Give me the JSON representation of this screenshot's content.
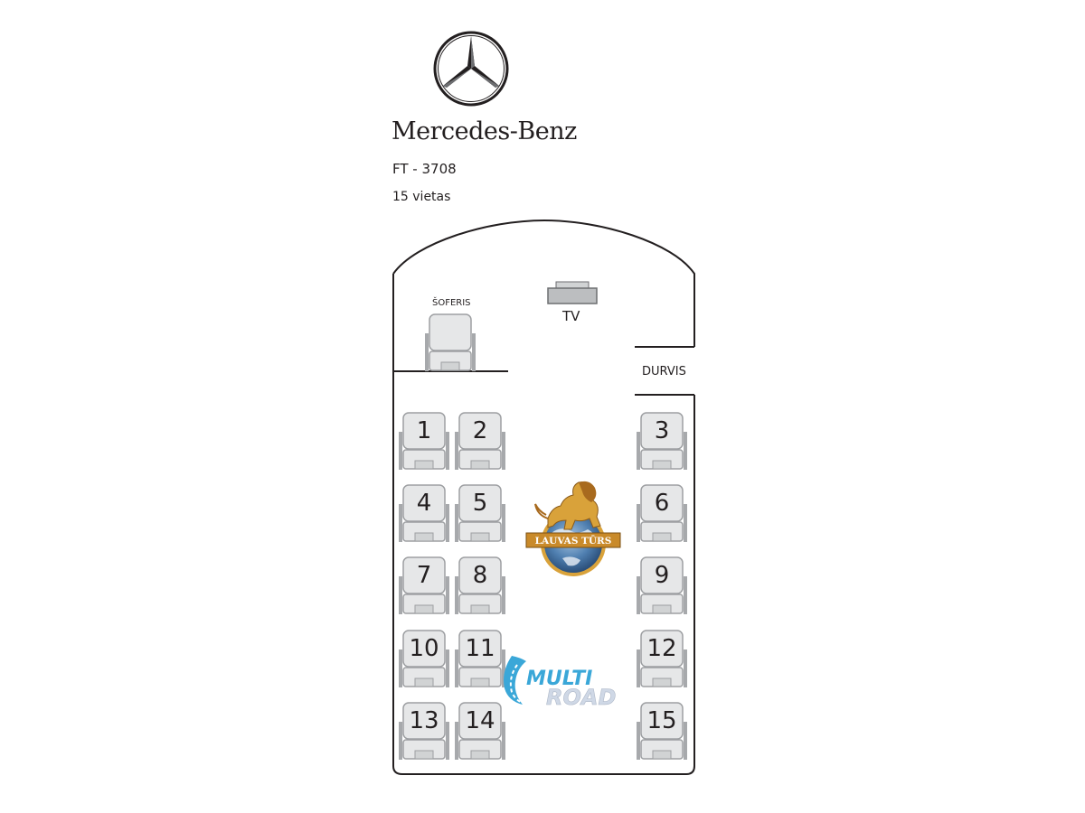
{
  "header": {
    "logo_icon": "mercedes-benz-star-icon",
    "brand": "Mercedes-Benz",
    "model": "FT - 3708",
    "capacity": "15 vietas"
  },
  "bus": {
    "driver_label": "ŠOFERIS",
    "tv_label": "TV",
    "door_label": "DURVIS",
    "seats": [
      "1",
      "2",
      "3",
      "4",
      "5",
      "6",
      "7",
      "8",
      "9",
      "10",
      "11",
      "12",
      "13",
      "14",
      "15"
    ]
  },
  "logos": {
    "lion_logo_text": "LAUVAS TŪRS",
    "multiroad_line1": "MULTI",
    "multiroad_line2": "ROAD"
  },
  "colors": {
    "seat_fill": "#e6e7e8",
    "seat_stroke": "#9d9fa2",
    "armrest": "#a7a9ac",
    "outline": "#231f20",
    "lion_gold": "#d9a23a",
    "globe_blue": "#4f7fb0",
    "multiroad_blue": "#3aa7d8"
  }
}
